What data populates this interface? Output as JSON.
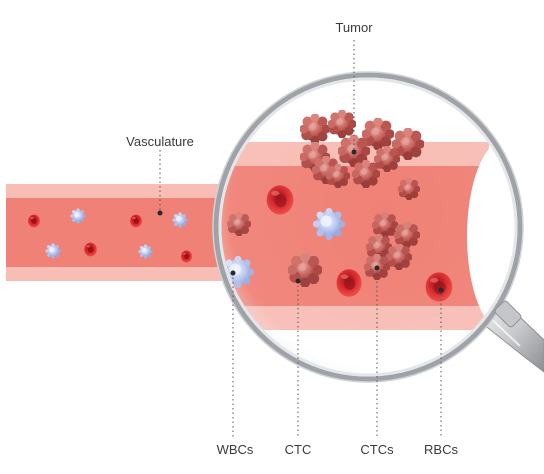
{
  "labels": {
    "tumor": "Tumor",
    "vasculature": "Vasculature",
    "wbcs": "WBCs",
    "ctc": "CTC",
    "ctcs": "CTCs",
    "rbcs": "RBCs"
  },
  "colors": {
    "vessel_wall": "#f8bdb5",
    "vessel_lumen": "#f08176",
    "rbc": "#d8262b",
    "wbc": "#b7c5ef",
    "tumor_cell": "#c45a55",
    "lens_rim": "#b9bcc0",
    "handle": "#d9dadc",
    "leader_line": "#555555"
  },
  "icons": [
    "magnifying-glass-icon",
    "blood-vessel-icon",
    "red-blood-cell-icon",
    "white-blood-cell-icon",
    "tumor-cell-icon"
  ]
}
